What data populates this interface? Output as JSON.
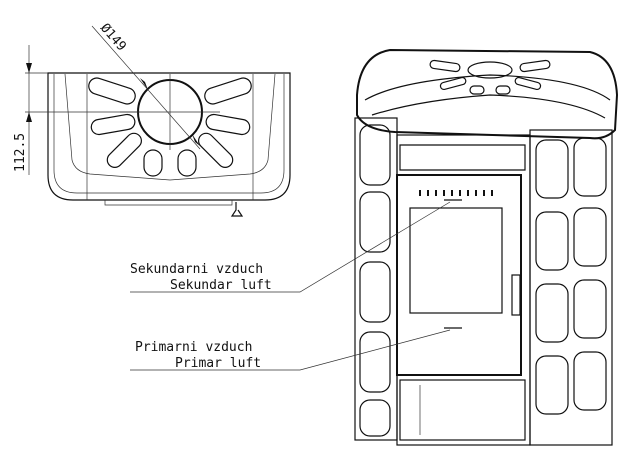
{
  "dimensions": {
    "diameter": "Ø149",
    "height": "112.5"
  },
  "labels": {
    "secondary_cz": "Sekundarni vzduch",
    "secondary_de": "Sekundar luft",
    "primary_cz": "Primarni vzduch",
    "primary_de": "Primar luft"
  }
}
